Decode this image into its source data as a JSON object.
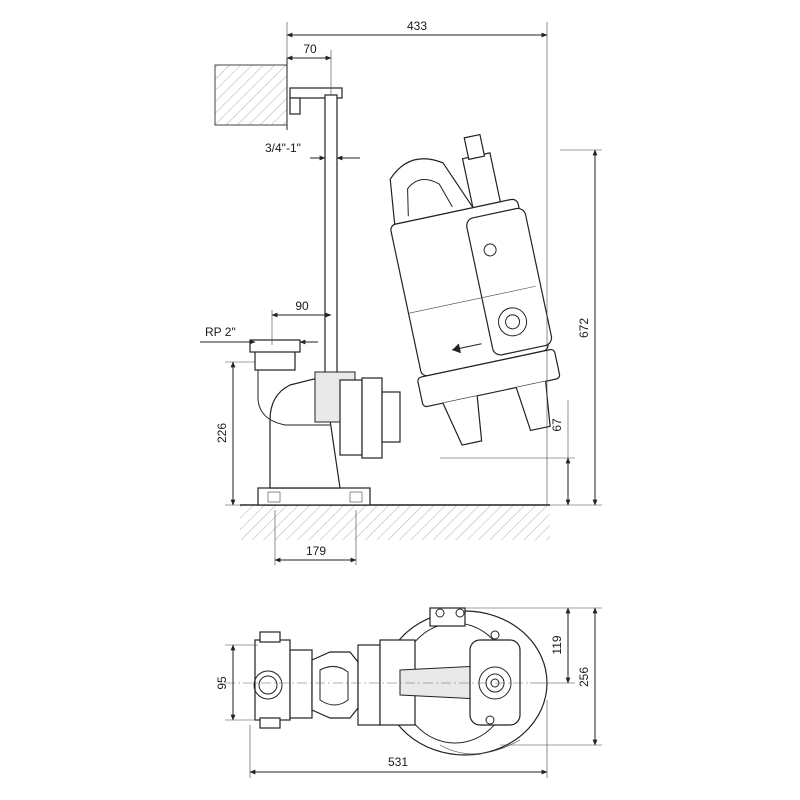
{
  "dimensions": {
    "total_width_top": "433",
    "bracket_offset": "70",
    "pipe_size": "3/4\"-1\"",
    "outlet_offset": "90",
    "outlet_thread": "RP 2\"",
    "base_height": "226",
    "foot_spacing": "179",
    "pump_height": "672",
    "clearance": "67",
    "plan_width": "95",
    "plan_depth_small": "119",
    "plan_depth": "256",
    "plan_length": "531"
  }
}
